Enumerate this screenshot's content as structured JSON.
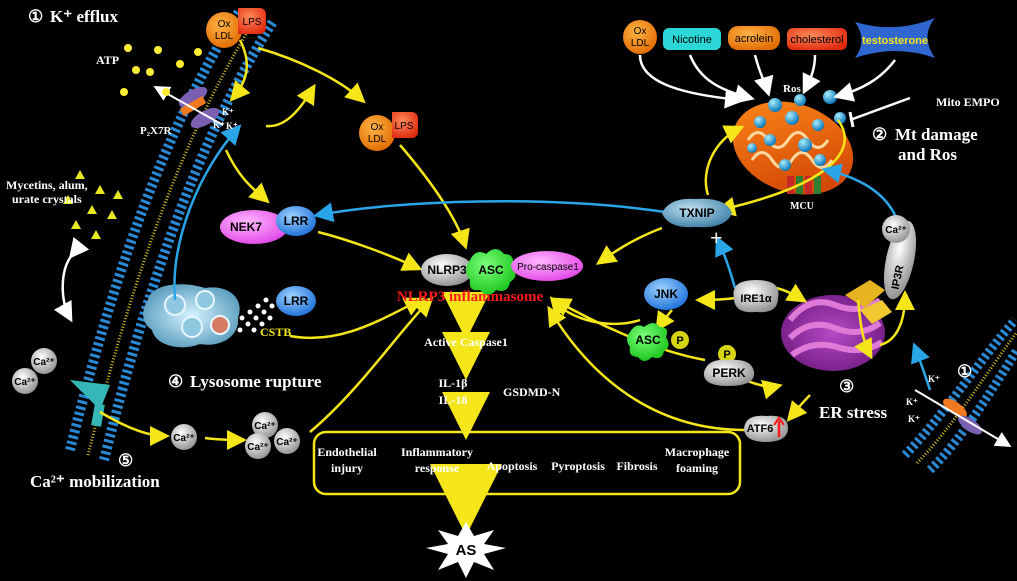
{
  "sections": {
    "k_efflux": {
      "num": "①",
      "title": "K⁺ efflux"
    },
    "mt_damage": {
      "num": "②",
      "line1": "Mt damage",
      "line2": "and Ros"
    },
    "er_stress": {
      "num": "③",
      "title": "ER stress"
    },
    "lysosome": {
      "num": "④",
      "title": "Lysosome rupture"
    },
    "ca_mob": {
      "num": "⑤",
      "title": "Ca²⁺ mobilization"
    },
    "k_efflux_right": {
      "num": "①"
    }
  },
  "labels": {
    "atp": "ATP",
    "p2x7r": "P₂X7R",
    "mycetins": [
      "Mycetins, alum,",
      "urate crystals"
    ],
    "cstb": "CSTB",
    "mito_empo": "Mito EMPO",
    "ros": "Ros",
    "mcu": "MCU",
    "inflammasome": "NLRP3 inflammasome",
    "active_caspase": "Active Caspase1",
    "il1b": "IL-1β",
    "il18": "IL-18",
    "gsdmd": "GSDMD-N",
    "plus": "+",
    "as": "AS",
    "k_small": "K⁺"
  },
  "molecules": {
    "ox_ldl": "Ox LDL",
    "ox_top": "Ox",
    "ldl": "LDL",
    "lps": "LPS",
    "nicotine": "Nicotine",
    "acrolein": "acrolein",
    "cholesterol": "cholesterol",
    "testosterone": "testosterone",
    "nek7": "NEK7",
    "lrr": "LRR",
    "nlrp3": "NLRP3",
    "asc": "ASC",
    "pro_caspase": "Pro-caspase1",
    "txnip": "TXNIP",
    "jnk": "JNK",
    "ire1a": "IRE1α",
    "perk": "PERK",
    "atf6": "ATF6",
    "p": "P",
    "ip3r": "IP3R",
    "ca": "Ca²⁺"
  },
  "outcomes": [
    "Endothelial injury",
    "Inflammatory response",
    "Apoptosis",
    "Pyroptosis",
    "Fibrosis",
    "Macrophage foaming"
  ],
  "colors": {
    "yellow": "#f5e61a",
    "blue": "#2aa6e8",
    "white": "#ffffff",
    "red": "#ff1a1a"
  }
}
